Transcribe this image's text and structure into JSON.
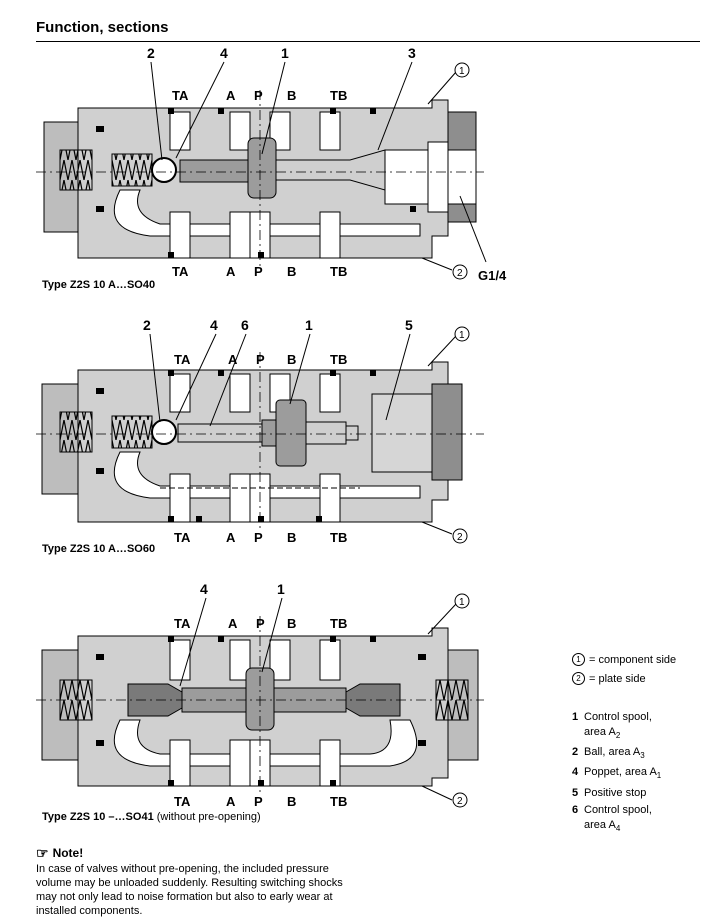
{
  "header": {
    "title": "Function, sections"
  },
  "sections": [
    {
      "caption_type": "Type Z2S 10 A…SO40",
      "caption_extra": "",
      "ports_top": [
        "TA",
        "A",
        "P",
        "B",
        "TB"
      ],
      "ports_bottom": [
        "TA",
        "A",
        "P",
        "B",
        "TB"
      ],
      "callouts": [
        "2",
        "4",
        "1",
        "3"
      ],
      "side_markers": [
        "1",
        "2"
      ],
      "thread_label": "G1/4"
    },
    {
      "caption_type": "Type Z2S 10 A…SO60",
      "caption_extra": "",
      "ports_top": [
        "TA",
        "A",
        "P",
        "B",
        "TB"
      ],
      "ports_bottom": [
        "TA",
        "A",
        "P",
        "B",
        "TB"
      ],
      "callouts": [
        "2",
        "4",
        "6",
        "1",
        "5"
      ],
      "side_markers": [
        "1",
        "2"
      ]
    },
    {
      "caption_type": "Type Z2S 10 –…SO41",
      "caption_extra": " (without pre-opening)",
      "ports_top": [
        "TA",
        "A",
        "P",
        "B",
        "TB"
      ],
      "ports_bottom": [
        "TA",
        "A",
        "P",
        "B",
        "TB"
      ],
      "callouts": [
        "4",
        "1"
      ],
      "side_markers": [
        "1",
        "2"
      ]
    }
  ],
  "legend": {
    "sides": [
      {
        "marker": "1",
        "text": "= component side"
      },
      {
        "marker": "2",
        "text": "= plate side"
      }
    ],
    "items": [
      {
        "key": "1",
        "text": "Control spool,",
        "text2": "area A",
        "sub": "2"
      },
      {
        "key": "2",
        "text": "Ball, area A",
        "sub": "3"
      },
      {
        "key": "4",
        "text": "Poppet, area A",
        "sub": "1"
      },
      {
        "key": "5",
        "text": "Positive stop",
        "sub": ""
      },
      {
        "key": "6",
        "text": "Control spool,",
        "text2": "area A",
        "sub": "4"
      }
    ]
  },
  "note": {
    "heading": "Note!",
    "icon": "pointing-hand-icon",
    "body": "In case of valves without pre-opening, the included pressure volume may be unloaded suddenly. Resulting switching shocks may not only lead to noise formation but also to early wear at installed components."
  },
  "colors": {
    "body_fill": "#cfcfcf",
    "dark_fill": "#8a8a8a",
    "line": "#000000"
  }
}
